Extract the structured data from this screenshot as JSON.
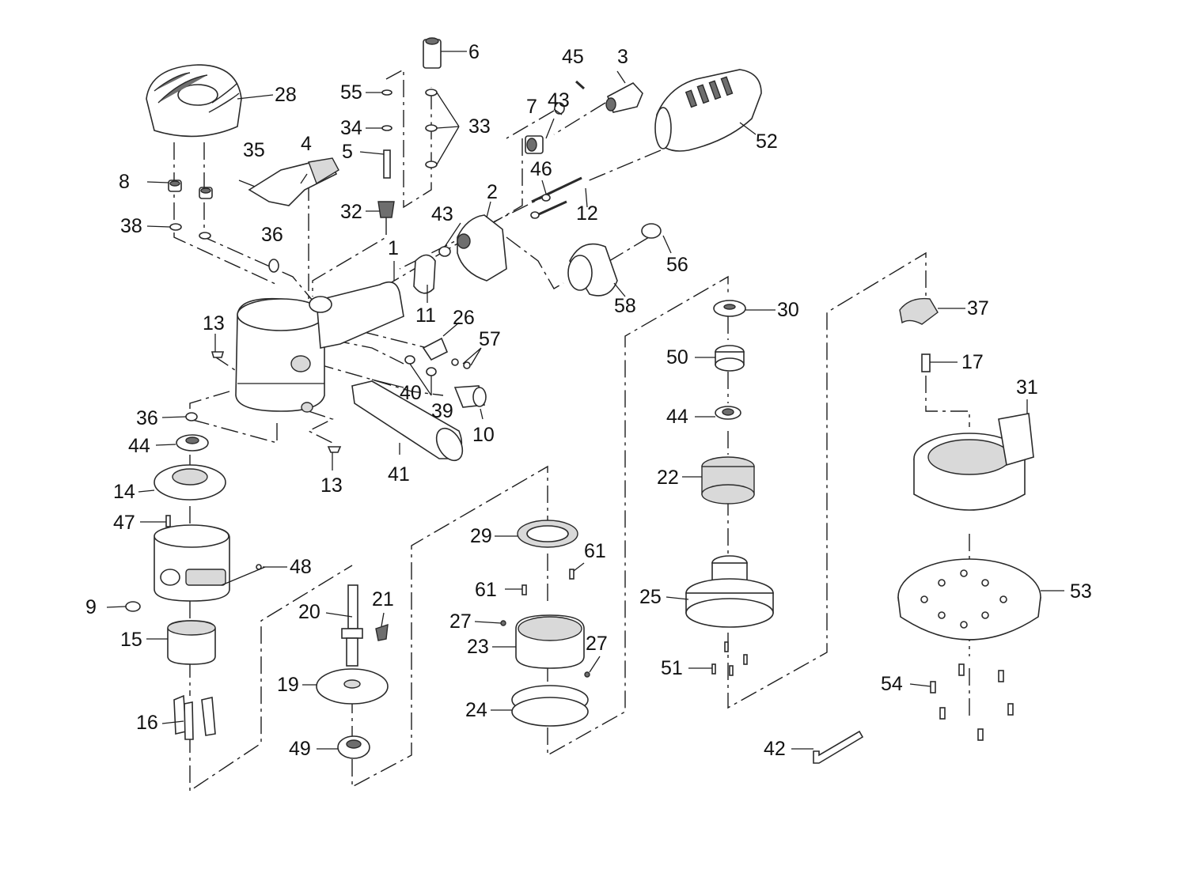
{
  "labels": {
    "p1": "1",
    "p2": "2",
    "p3": "3",
    "p4": "4",
    "p5": "5",
    "p6": "6",
    "p7": "7",
    "p8": "8",
    "p9": "9",
    "p10": "10",
    "p11": "11",
    "p12": "12",
    "p13a": "13",
    "p13b": "13",
    "p14": "14",
    "p15": "15",
    "p16": "16",
    "p17": "17",
    "p19": "19",
    "p20": "20",
    "p21": "21",
    "p22": "22",
    "p23": "23",
    "p24": "24",
    "p25": "25",
    "p26": "26",
    "p27a": "27",
    "p27b": "27",
    "p28": "28",
    "p29": "29",
    "p30": "30",
    "p31": "31",
    "p32": "32",
    "p33": "33",
    "p34": "34",
    "p35": "35",
    "p36a": "36",
    "p36b": "36",
    "p37": "37",
    "p38": "38",
    "p39": "39",
    "p40": "40",
    "p41": "41",
    "p42": "42",
    "p43a": "43",
    "p43b": "43",
    "p44a": "44",
    "p44b": "44",
    "p45": "45",
    "p46": "46",
    "p47": "47",
    "p48": "48",
    "p49": "49",
    "p50": "50",
    "p51": "51",
    "p52": "52",
    "p53": "53",
    "p54": "54",
    "p55": "55",
    "p56": "56",
    "p57": "57",
    "p58": "58",
    "p61a": "61",
    "p61b": "61"
  }
}
